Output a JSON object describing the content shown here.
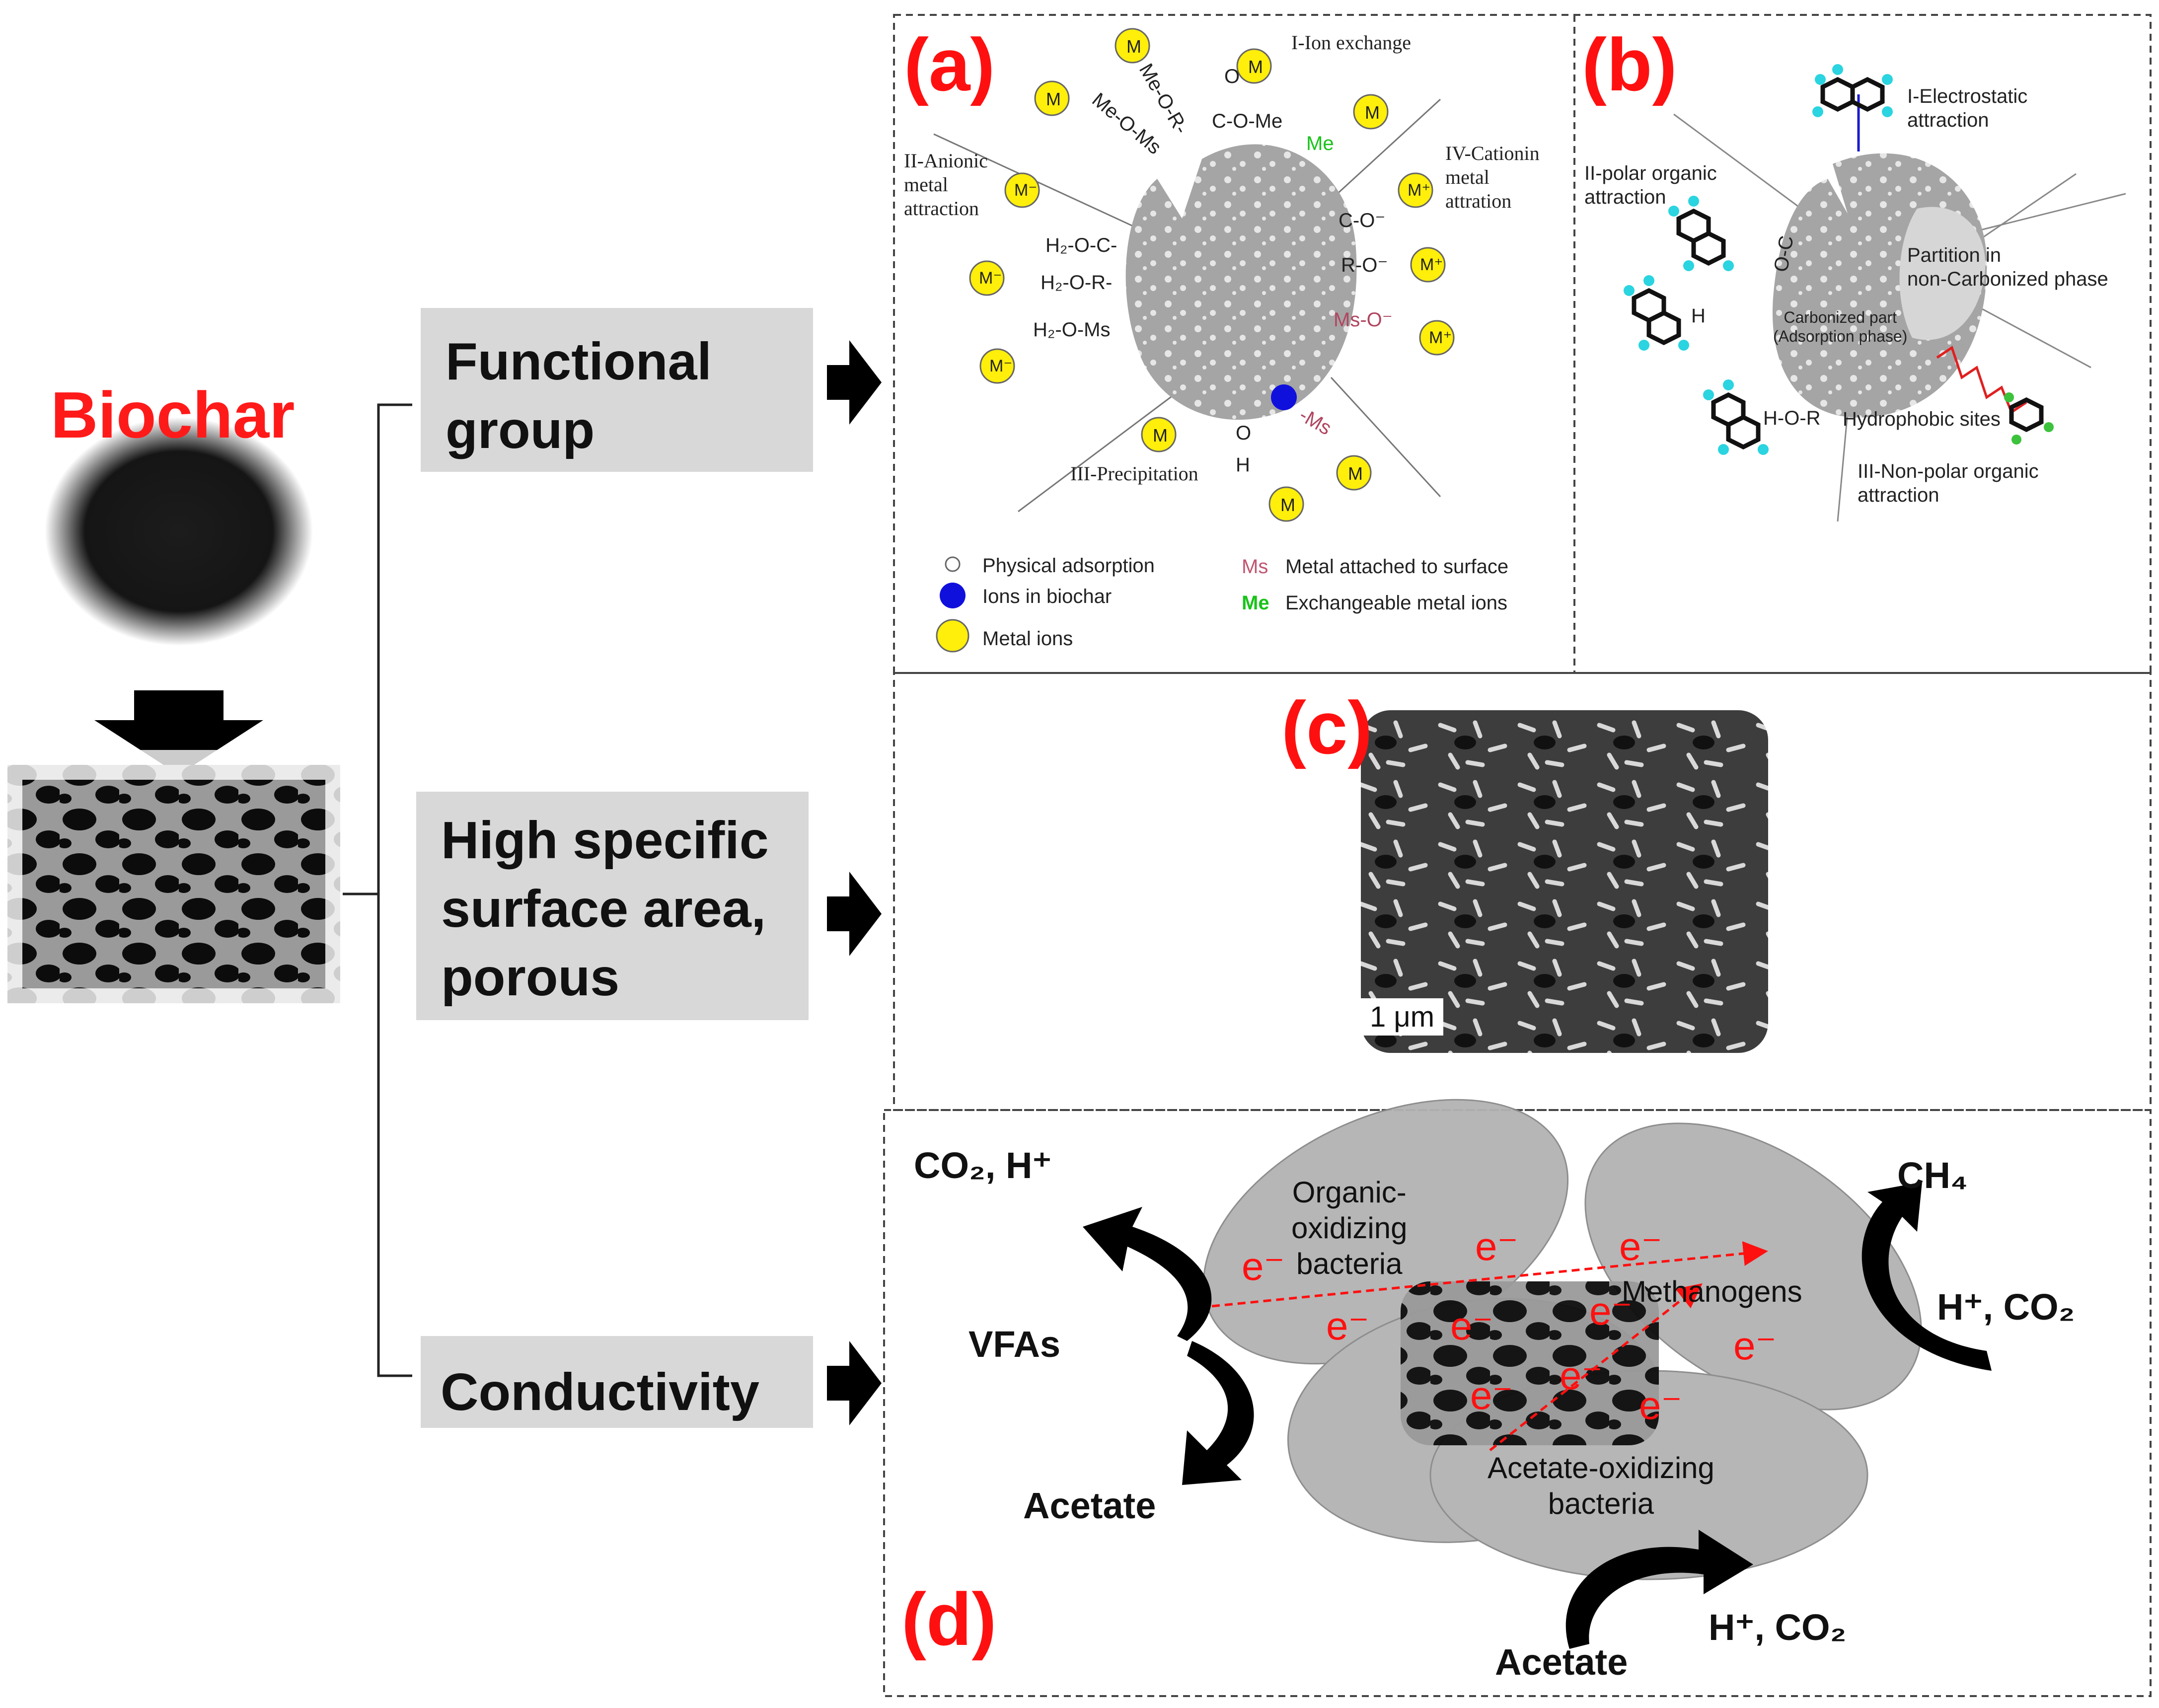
{
  "left": {
    "title": "Biochar"
  },
  "boxes": {
    "functional": [
      "Functional",
      "group"
    ],
    "surface": [
      "High specific",
      "surface area,",
      "porous"
    ],
    "conductivity": "Conductivity"
  },
  "panel_a": {
    "label": "(a)",
    "ion_exchange": "I-Ion exchange",
    "anionic": [
      "II-Anionic",
      "metal",
      "attraction"
    ],
    "cationic": [
      "IV-Cationin",
      "metal",
      "attration"
    ],
    "precipitation": "III-Precipitation",
    "legend": {
      "physical": "Physical  adsorption",
      "ions_in_biochar": "Ions in biochar",
      "metal_ions": "Metal ions",
      "ms_symbol": "Ms",
      "ms_text": "Metal attached to surface",
      "me_symbol": "Me",
      "me_text": "Exchangeable metal ions"
    },
    "groups": {
      "me_o_ms": "Me-O-Ms",
      "me_o_r": "Me-O-R-",
      "c_o_me": "C-O-Me",
      "me_right": "Me",
      "h2_o_c": "H₂-O-C-",
      "h2_o_r": "H₂-O-R-",
      "h2_o_ms": "H₂-O-Ms",
      "c_o_minus": "C-O⁻",
      "r_o_minus": "R-O⁻",
      "ms_o_minus": "Ms-O⁻",
      "ms_bottom": "-Ms",
      "o_top": "O",
      "o_h": [
        "O",
        "H"
      ],
      "m": "M",
      "m_minus": "M⁻",
      "m_plus": "M⁺"
    }
  },
  "panel_b": {
    "label": "(b)",
    "electrostatic": [
      "I-Electrostatic",
      "attraction"
    ],
    "polar": [
      "II-polar organic",
      "attraction"
    ],
    "partition": [
      "Partition in",
      "non-Carbonized phase"
    ],
    "carbonized": [
      "Carbonized part",
      "(Adsorption phase)"
    ],
    "hydrophobic": "Hydrophobic sites",
    "nonpolar": [
      "III-Non-polar organic",
      "attraction"
    ],
    "h_o_r": "H-O-R",
    "h": "H",
    "o_c": "O-C"
  },
  "panel_c": {
    "label": "(c)",
    "scale": "1 μm"
  },
  "panel_d": {
    "label": "(d)",
    "co2_h": "CO₂, H⁺",
    "vfas": "VFAs",
    "acetate_left": "Acetate",
    "organic_bacteria": [
      "Organic-",
      "oxidizing",
      "bacteria"
    ],
    "methanogens": "Methanogens",
    "acetate_bacteria": [
      "Acetate-oxidizing",
      "bacteria"
    ],
    "ch4": "CH₄",
    "h_co2_right": "H⁺, CO₂",
    "acetate_bottom": "Acetate",
    "h_co2_bottom": "H⁺, CO₂",
    "electron": "e⁻"
  }
}
